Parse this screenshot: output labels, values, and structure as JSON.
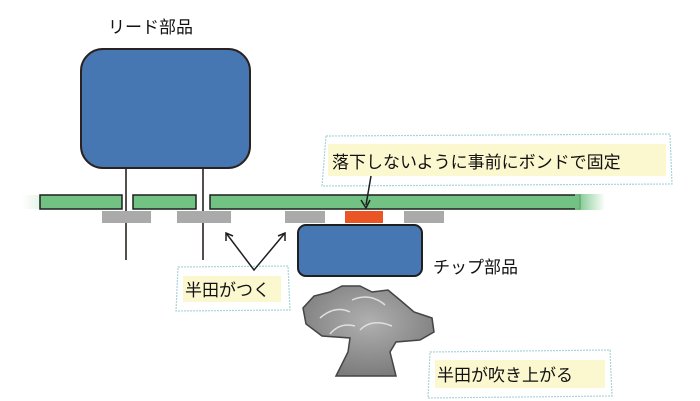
{
  "labels": {
    "lead_component": "リード部品",
    "bond_note": "落下しないように事前にボンドで固定",
    "chip_component": "チップ部品",
    "solder_attaches": "半田がつく",
    "solder_blows_up": "半田が吹き上がる"
  },
  "colors": {
    "board_green": "#72c283",
    "component_blue": "#4677b2",
    "pad_gray": "#aaaaaa",
    "bond_orange": "#e95525",
    "callout_fill": "#fbf7cf",
    "callout_border": "#a9d4d8",
    "smoke_gray": "#9a9a9a"
  }
}
